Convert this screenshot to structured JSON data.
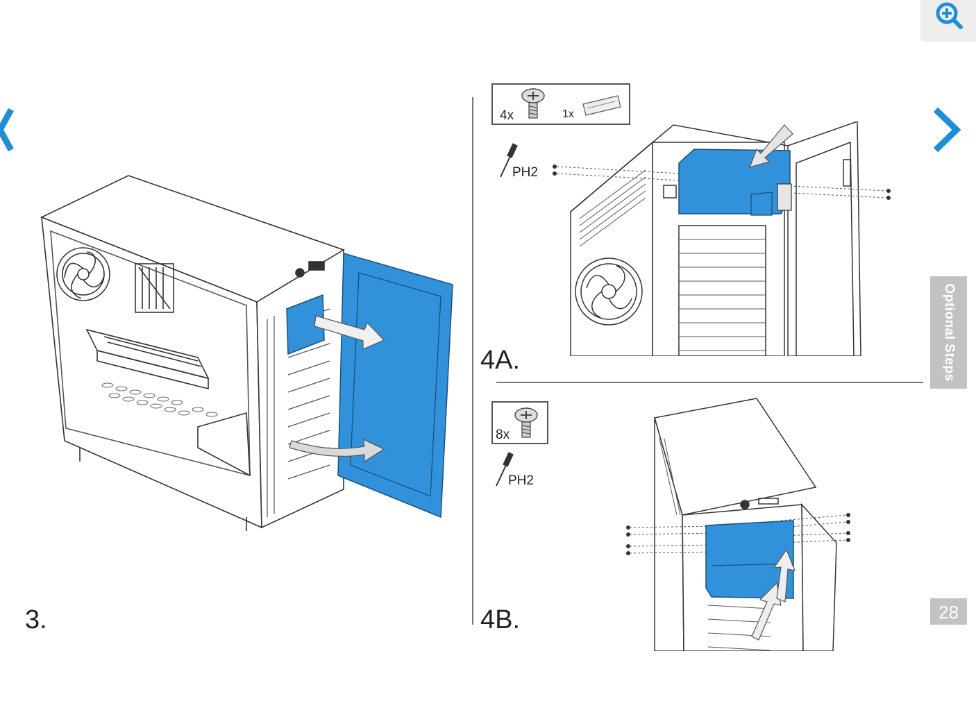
{
  "viewer": {
    "zoom_icon": "zoom-in-icon",
    "prev_icon": "chevron-left-icon",
    "next_icon": "chevron-right-icon",
    "side_tab_label": "Optional Steps",
    "page_number": "28",
    "accent_color": "#1e8fd6",
    "highlight_color": "#3192db"
  },
  "steps": {
    "step3": {
      "label": "3."
    },
    "step4a": {
      "label": "4A.",
      "screw_qty": "4x",
      "bracket_qty": "1x",
      "tool": "PH2"
    },
    "step4b": {
      "label": "4B.",
      "screw_qty": "8x",
      "tool": "PH2"
    }
  }
}
